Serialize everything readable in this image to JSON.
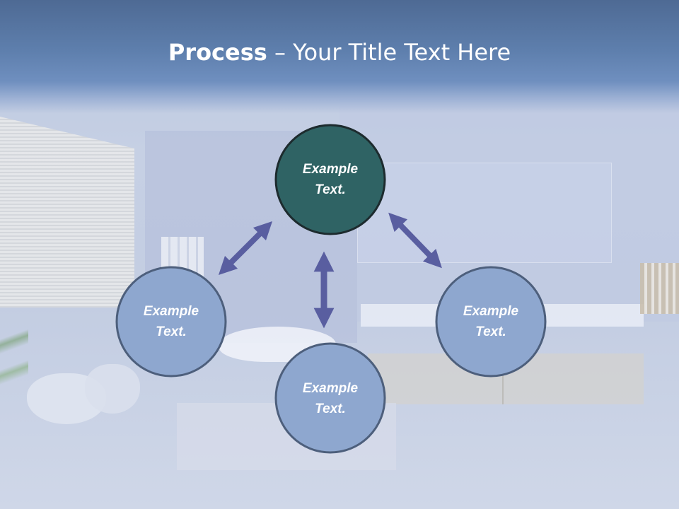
{
  "slide": {
    "title_bold": "Process",
    "title_separator": " – ",
    "title_rest": "Your Title Text Here"
  },
  "diagram": {
    "nodes": [
      {
        "id": "top",
        "line1": "Example",
        "line2": "Text.",
        "fill": "#2f6364"
      },
      {
        "id": "left",
        "line1": "Example",
        "line2": "Text.",
        "fill": "#8ea7cf"
      },
      {
        "id": "bottom",
        "line1": "Example",
        "line2": "Text.",
        "fill": "#8ea7cf"
      },
      {
        "id": "right",
        "line1": "Example",
        "line2": "Text.",
        "fill": "#8ea7cf"
      }
    ],
    "arrow_color": "#595ea0",
    "node_border_color": "#4d5f7c",
    "top_node_border_color": "#1d2b2e"
  }
}
